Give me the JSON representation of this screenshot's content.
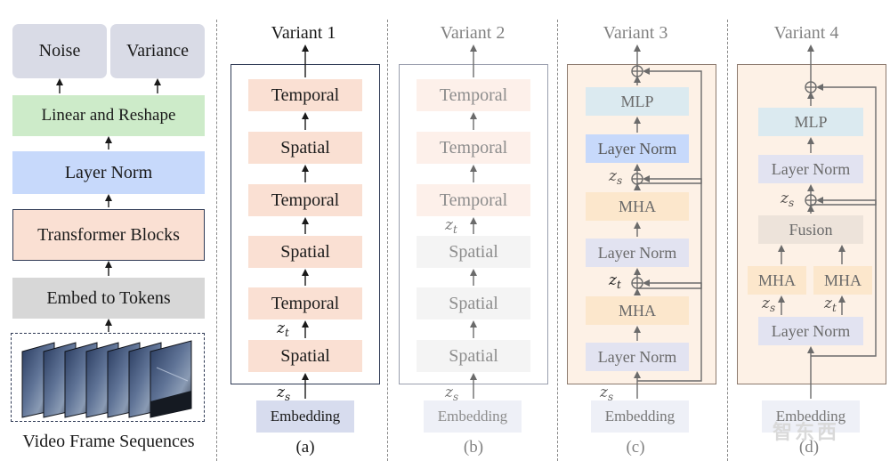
{
  "left_panel": {
    "noise": "Noise",
    "variance": "Variance",
    "linear_reshape": "Linear and Reshape",
    "layer_norm": "Layer Norm",
    "transformer_blocks": "Transformer Blocks",
    "embed_tokens": "Embed to Tokens",
    "video_caption": "Video Frame Sequences"
  },
  "variant1": {
    "title": "Variant 1",
    "blocks": [
      "Temporal",
      "Spatial",
      "Temporal",
      "Spatial",
      "Temporal",
      "Spatial"
    ],
    "embedding": "Embedding",
    "zt": "z",
    "zt_sub": "t",
    "zs": "z",
    "zs_sub": "s",
    "caption": "(a)"
  },
  "variant2": {
    "title": "Variant 2",
    "blocks": [
      "Temporal",
      "Temporal",
      "Temporal",
      "Spatial",
      "Spatial",
      "Spatial"
    ],
    "embedding": "Embedding",
    "zt": "z",
    "zt_sub": "t",
    "zs": "z",
    "zs_sub": "s",
    "caption": "(b)"
  },
  "variant3": {
    "title": "Variant 3",
    "mlp": "MLP",
    "ln_top": "Layer Norm",
    "mha_top": "MHA",
    "ln_mid": "Layer Norm",
    "mha_bot": "MHA",
    "ln_bot": "Layer Norm",
    "embedding": "Embedding",
    "zs": "z",
    "zs_sub": "s",
    "zt": "z",
    "zt_sub": "t",
    "caption": "(c)"
  },
  "variant4": {
    "title": "Variant 4",
    "mlp": "MLP",
    "ln_top": "Layer Norm",
    "fusion": "Fusion",
    "mha_left": "MHA",
    "mha_right": "MHA",
    "ln_bot": "Layer Norm",
    "embedding": "Embedding",
    "zs": "z",
    "zs_sub": "s",
    "zt": "z",
    "zt_sub": "t",
    "caption": "(d)"
  },
  "watermark": "智东西",
  "colors": {
    "gray_box": "#d9dbe6",
    "green": "#cdebc9",
    "blue": "#c7d9fb",
    "peach": "#fae0d3",
    "embed_gray": "#d7d7d7",
    "frame_bg": "#fdf1e6",
    "mlp": "#dbeaf0",
    "mha": "#fce7cc",
    "ln": "#e2e3f1",
    "fusion": "#ede3da",
    "embed_blue": "#d7dcee"
  }
}
